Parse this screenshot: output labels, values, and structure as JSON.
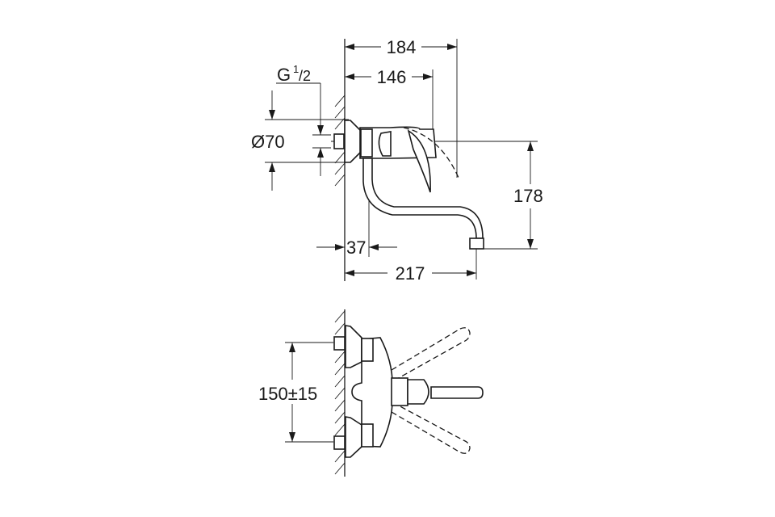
{
  "drawing": {
    "top_view": {
      "dim_overall_lever": "184",
      "dim_lever": "146",
      "thread_prefix": "G",
      "thread_num": "1",
      "thread_den": "/2",
      "dim_rosette": "Ø70",
      "dim_height": "178",
      "dim_inlet": "37",
      "dim_spout": "217"
    },
    "front_view": {
      "dim_centers": "150±15"
    }
  }
}
